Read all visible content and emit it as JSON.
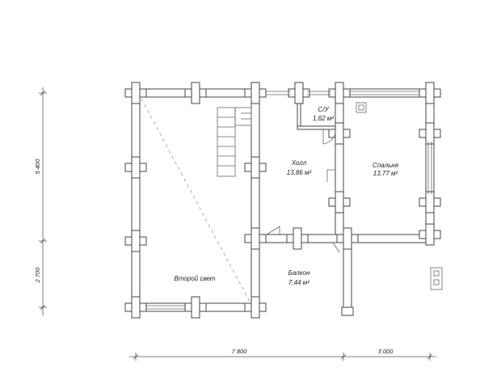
{
  "rooms": {
    "su": {
      "name": "С/У",
      "area": "1,62 м²"
    },
    "hall": {
      "name": "Холл",
      "area": "13,86 м²"
    },
    "bedroom": {
      "name": "Спальня",
      "area": "13,77 м²"
    },
    "second": {
      "name": "Второй свет",
      "area": ""
    },
    "balcony": {
      "name": "Балкон",
      "area": "7,44 м²"
    }
  },
  "dimensions": {
    "bottom": [
      "7 800",
      "3 000"
    ],
    "left": [
      "5 400",
      "2 700"
    ]
  },
  "colors": {
    "line": "#444444",
    "background": "#ffffff"
  }
}
